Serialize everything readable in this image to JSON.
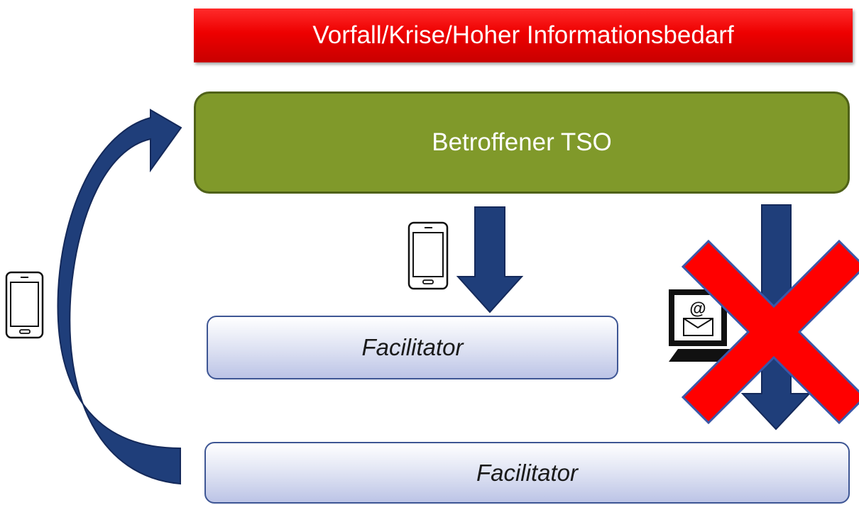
{
  "banner": {
    "label": "Vorfall/Krise/Hoher Informationsbedarf"
  },
  "tso": {
    "label": "Betroffener TSO"
  },
  "facilitators": [
    {
      "label": "Facilitator"
    },
    {
      "label": "Facilitator"
    }
  ],
  "icons": {
    "left_phone": "mobile-phone-icon",
    "center_phone": "mobile-phone-icon",
    "email": "email-computer-icon",
    "cross": "cross-mark-icon"
  },
  "colors": {
    "banner": "#ee0000",
    "tso": "#80992a",
    "arrow": "#1f3e7a",
    "cross": "#ff0000",
    "facilitator": "#dfe3f3"
  }
}
